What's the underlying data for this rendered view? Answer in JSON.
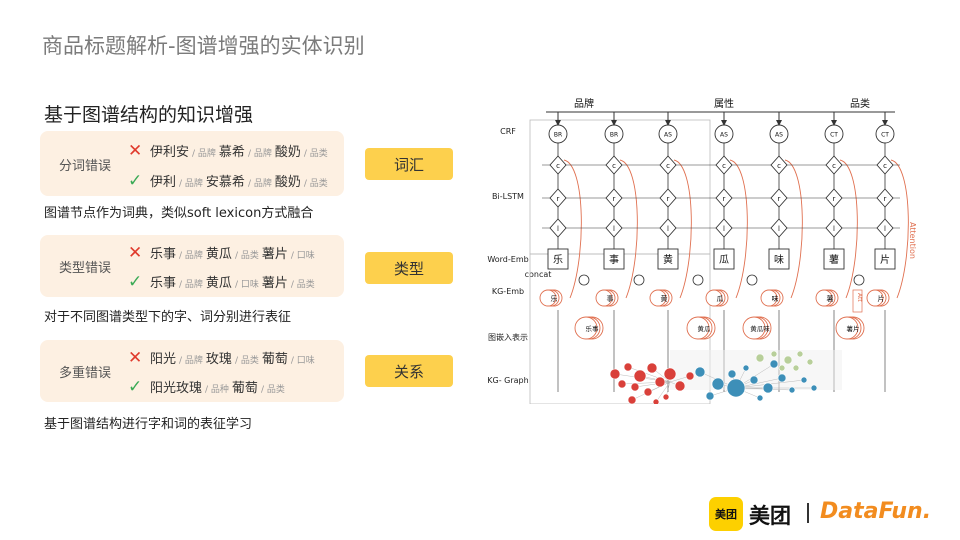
{
  "title": "商品标题解析-图谱增强的实体识别",
  "subtitle": "基于图谱结构的知识增强",
  "panels": [
    {
      "label": "分词错误",
      "rows": [
        {
          "mark": "wrong",
          "parts": [
            {
              "t": "伊利安",
              "k": "ent"
            },
            {
              "t": "/ 品牌",
              "k": "tag"
            },
            {
              "t": "慕希",
              "k": "ent"
            },
            {
              "t": "/ 品牌",
              "k": "tag"
            },
            {
              "t": "酸奶",
              "k": "ent"
            },
            {
              "t": "/ 品类",
              "k": "tag"
            }
          ]
        },
        {
          "mark": "right",
          "parts": [
            {
              "t": "伊利",
              "k": "ent"
            },
            {
              "t": "/ 品牌",
              "k": "tag"
            },
            {
              "t": "安慕希",
              "k": "ent"
            },
            {
              "t": "/ 品牌",
              "k": "tag"
            },
            {
              "t": "酸奶",
              "k": "ent"
            },
            {
              "t": "/ 品类",
              "k": "tag"
            }
          ]
        }
      ],
      "description": "图谱节点作为词典，类似soft lexicon方式融合",
      "badge": "词汇"
    },
    {
      "label": "类型错误",
      "rows": [
        {
          "mark": "wrong",
          "parts": [
            {
              "t": "乐事",
              "k": "ent"
            },
            {
              "t": "/ 品牌",
              "k": "tag"
            },
            {
              "t": "黄瓜",
              "k": "ent"
            },
            {
              "t": "/ 品类",
              "k": "tag"
            },
            {
              "t": "薯片",
              "k": "ent"
            },
            {
              "t": "/ 口味",
              "k": "tag"
            }
          ]
        },
        {
          "mark": "right",
          "parts": [
            {
              "t": "乐事",
              "k": "ent"
            },
            {
              "t": "/ 品牌",
              "k": "tag"
            },
            {
              "t": "黄瓜",
              "k": "ent"
            },
            {
              "t": "/ 口味",
              "k": "tag"
            },
            {
              "t": "薯片",
              "k": "ent"
            },
            {
              "t": "/ 品类",
              "k": "tag"
            }
          ]
        }
      ],
      "description": "对于不同图谱类型下的字、词分别进行表征",
      "badge": "类型"
    },
    {
      "label": "多重错误",
      "rows": [
        {
          "mark": "wrong",
          "parts": [
            {
              "t": "阳光",
              "k": "ent"
            },
            {
              "t": "/ 品牌",
              "k": "tag"
            },
            {
              "t": "玫瑰",
              "k": "ent"
            },
            {
              "t": "/ 品类",
              "k": "tag"
            },
            {
              "t": "葡萄",
              "k": "ent"
            },
            {
              "t": "/ 口味",
              "k": "tag"
            }
          ]
        },
        {
          "mark": "right",
          "parts": [
            {
              "t": "阳光玫瑰",
              "k": "ent"
            },
            {
              "t": "/ 品种",
              "k": "tag"
            },
            {
              "t": "葡萄",
              "k": "ent"
            },
            {
              "t": "/ 品类",
              "k": "tag"
            }
          ]
        }
      ],
      "description": "基于图谱结构进行字和词的表征学习",
      "badge": "关系"
    }
  ],
  "marks": {
    "wrong": "✕",
    "right": "✓"
  },
  "diagram": {
    "top_labels": [
      "品牌",
      "属性",
      "品类"
    ],
    "layer_labels": [
      "CRF",
      "Bi-LSTM",
      "Word-Emb",
      "concat",
      "KG-Emb",
      "图嵌入表示",
      "KG- Graph"
    ],
    "crf_tags": [
      "BR",
      "BR",
      "AS",
      "AS",
      "AS",
      "CT",
      "CT"
    ],
    "chars": [
      "乐",
      "事",
      "黄",
      "瓜",
      "味",
      "薯",
      "片"
    ],
    "kg_chars": [
      "乐",
      "事",
      "黄",
      "瓜",
      "味",
      "薯",
      "片"
    ],
    "kg_words": [
      "乐事",
      "黄瓜",
      "黄瓜味",
      "薯片"
    ],
    "lstm_c": "c",
    "lstm_r": "r",
    "lstm_l": "l",
    "attention_label": "Attention",
    "att_label": "Att"
  },
  "footer": {
    "logo_text": "美团",
    "company": "美团",
    "brand": "DataFun."
  },
  "colors": {
    "accent": "#fdd04d",
    "panel": "#fdf0e2",
    "wrong": "#e03a2c",
    "right": "#3aaa55",
    "graph_red": "#d9403a",
    "graph_blue": "#3d8fb8"
  }
}
